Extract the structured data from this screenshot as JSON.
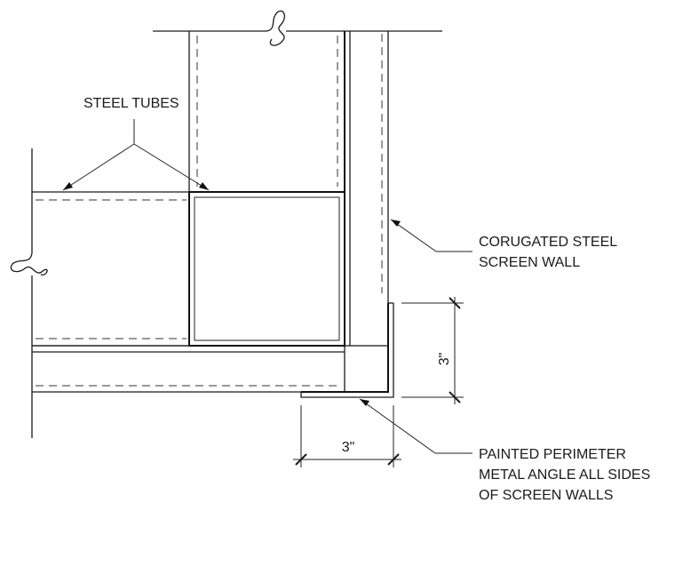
{
  "labels": {
    "steel_tubes": "STEEL TUBES",
    "screen_wall_line1": "CORUGATED STEEL",
    "screen_wall_line2": "SCREEN WALL",
    "angle_line1": "PAINTED PERIMETER",
    "angle_line2": "METAL ANGLE ALL SIDES",
    "angle_line3": "OF SCREEN WALLS"
  },
  "dimensions": {
    "vertical": "3\"",
    "horizontal": "3\""
  }
}
